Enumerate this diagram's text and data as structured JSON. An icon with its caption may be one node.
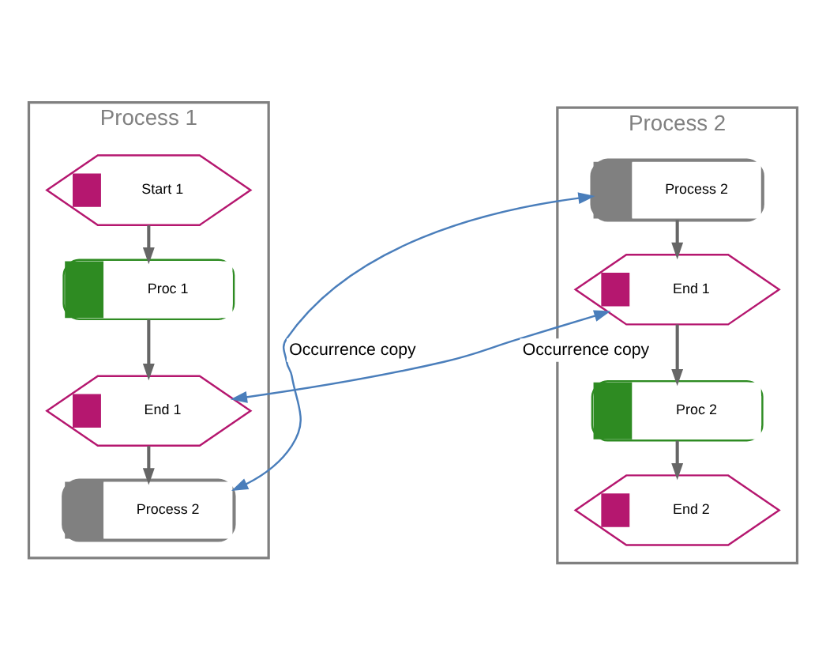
{
  "diagram": {
    "nodes": [
      {
        "text": [
          "Process 1"
        ]
      },
      {
        "text": [
          "Process 2"
        ]
      },
      {
        "text": [
          "Start 1"
        ],
        "in": 0
      },
      {
        "text": [
          "Proc 1"
        ],
        "in": 0
      },
      {
        "text": [
          "End 1"
        ],
        "in": 0
      },
      {
        "text": [
          "Process 2"
        ],
        "in": 0
      },
      {
        "text": [
          "Process 2"
        ],
        "in": 1
      },
      {
        "text": [
          "End 1"
        ],
        "in": 1
      },
      {
        "text": [
          "Proc 2"
        ],
        "in": 1
      },
      {
        "text": [
          "End 2"
        ],
        "in": 1
      }
    ],
    "edges": [
      {
        "from": 2,
        "to": 3,
        "arrow": "to"
      },
      {
        "from": 3,
        "to": 4,
        "arrow": "to"
      },
      {
        "from": 4,
        "to": 5,
        "arrow": "to"
      },
      {
        "from": 6,
        "to": 7,
        "arrow": "to"
      },
      {
        "from": 7,
        "to": 8,
        "arrow": "to"
      },
      {
        "from": 8,
        "to": 9,
        "arrow": "to"
      },
      {
        "from": 5,
        "to": 6,
        "arrow": "both",
        "label": "Occurrence copy",
        "color": "#4a7ebb"
      },
      {
        "from": 4,
        "to": 7,
        "arrow": "both",
        "label": "Occurrence copy",
        "color": "#4a7ebb"
      }
    ]
  }
}
